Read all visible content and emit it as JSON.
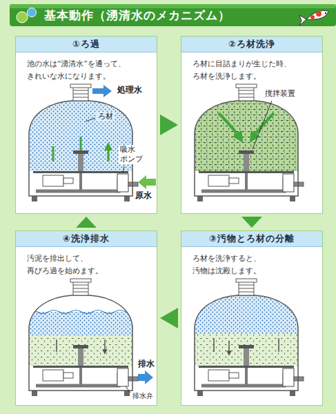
{
  "diagram": {
    "title": "基本動作（湧清水のメカニズム）",
    "nodes": [
      {
        "text": [
          "①ろ過",
          "池の水は“湧清水”を通って、 きれいな水になります。"
        ]
      },
      {
        "text": [
          "②ろ材洗浄",
          "ろ材に目詰まりが生じた時、 ろ材を洗浄します。"
        ]
      },
      {
        "text": [
          "③汚物とろ材の分離",
          "ろ材を洗浄すると、 汚物は沈殿します。"
        ]
      },
      {
        "text": [
          "④洗浄排水",
          "汚泥を排出して、 再びろ過を始めます。"
        ]
      }
    ],
    "edges": [
      {
        "from": 0,
        "to": 1,
        "arrow": "to"
      },
      {
        "from": 1,
        "to": 2,
        "arrow": "to"
      },
      {
        "from": 2,
        "to": 3,
        "arrow": "to"
      },
      {
        "from": 3,
        "to": 0,
        "arrow": "to"
      }
    ],
    "labels": [
      "処理水",
      "ろ材",
      "吸水 ポンプ",
      "原水",
      "撹拌装置",
      "排水",
      "排水弁"
    ]
  }
}
